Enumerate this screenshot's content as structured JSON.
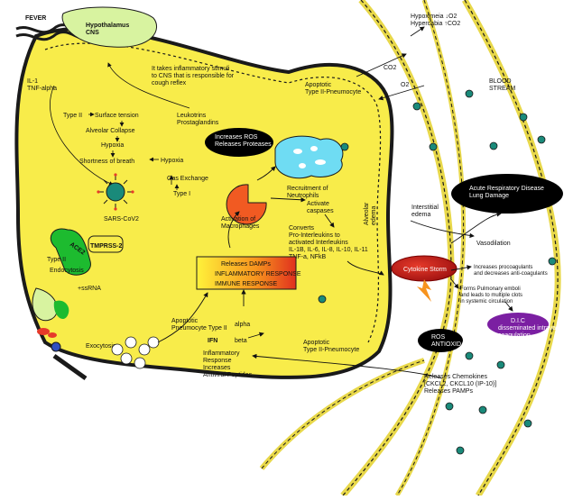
{
  "colors": {
    "cell_fill": "#f8ec4a",
    "membrane": "#1a1a1a",
    "vessel": "#e8d84a",
    "ros": "#000000",
    "macrophage": "#f15a22",
    "storm": "#cc1f1f",
    "dic": "#7b1fa2",
    "hypothalamus": "#d8f3a0",
    "virus": "#1a8a7a"
  },
  "labels": {
    "fever": "FEVER",
    "hypothalamus": "Hypothalamus\nCNS",
    "cough": "It takes inflammatory stimuli\nto CNS that is responsible for\ncough reflex",
    "il1": "IL-1\nTNF-alpha",
    "type2_top": "Type II",
    "surface_tension": "Surface tension",
    "alveolar_collapse": "Alveolar Collapse",
    "hypoxia1": "Hypoxia",
    "shortness": "Shortness of breath",
    "hypoxia2": "Hypoxia",
    "gas_exchange": "Gas Exchange",
    "type1": "Type I",
    "leukotrins": "Leukotrins\nProstaglandins",
    "ros_box": "Increases ROS\nReleases Proteases",
    "apoptotic_top": "Apoptotic\nType II-Pneumocyte",
    "hypoxemia": "Hypoximeia ↓O2\nHypercabia ↑CO2",
    "co2": "CO2",
    "o2": "O2",
    "blood_stream": "BLOOD\nSTREAM",
    "recruitment": "Recruitment of\nNeutrophils",
    "activate_caspases": "Activate\ncaspases",
    "activation_macrophages": "Activation of\nMacrophages",
    "converts": "Converts\nPro-Interleukins to\nactivated Interleukins\nIL-1B, IL-6, IL-8, IL-10, IL-11\nTNF-a, NFkB",
    "alveolar_edema": "Alveolar\nedema",
    "interstitial_edema": "Interstitial\nedema",
    "ards": "Acute Respiratory Disease\nLung Damage",
    "vasodilation": "Vasodilation",
    "cytokine_storm": "Cytokine Storm",
    "procoagulants": "Increases procoagulants\nand decreases anti-coagulants",
    "emboli": "Forms Pulmonary emboli\nand leads to multiple clots\nin systemic circulation",
    "dic": "D.I.C",
    "dic_sub": "disseminated intravascular\ncoagulation",
    "sars": "SARS-CoV2",
    "ace2": "ACE2",
    "tmprss2": "TMPRSS-2",
    "type2_side": "Type II",
    "endocytosis": "Endocytosis",
    "ssrna": "+ssRNA",
    "exocytosis": "Exocytosis",
    "damps_1": "Releases DAMPs",
    "damps_2": "INFLAMMATORY RESPONSE",
    "damps_3": "IMMUNE RESPONSE",
    "apoptotic_mid": "Apoptotic\nPneumocyte Type II",
    "ifn": "IFN",
    "alpha": "alpha",
    "beta": "beta",
    "ifn_response": "Inflammatory\nResponse\nIncreases\nAntiviral Peptides",
    "apoptotic_bottom": "Apoptotic\nType II-Pneumocyte",
    "ros_antiox": "ROS\nANTIOXIDANTS",
    "chemokines": "Releases Chemokines\n[CKCL2, CKCL10 (IP-10)]\nReleases PAMPs"
  }
}
